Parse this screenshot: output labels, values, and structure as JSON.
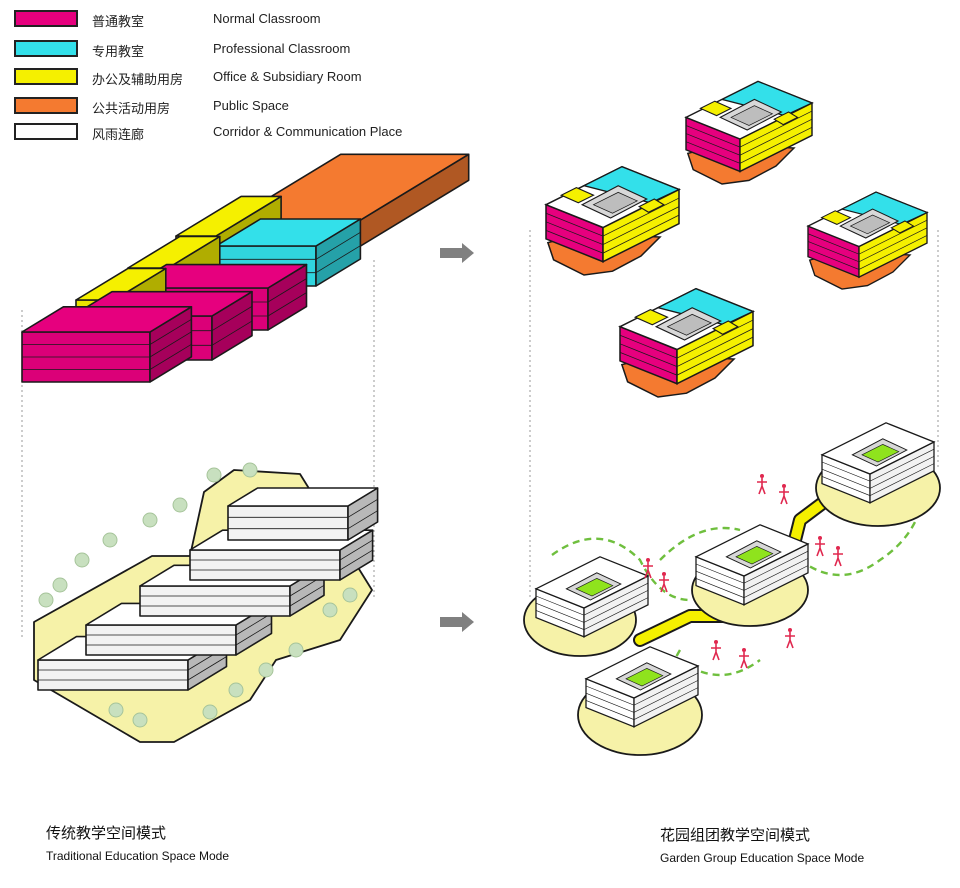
{
  "legend": [
    {
      "cn": "普通教室",
      "en": "Normal Classroom",
      "color": "#e6007e"
    },
    {
      "cn": "专用教室",
      "en": "Professional Classroom",
      "color": "#33e0ea"
    },
    {
      "cn": "办公及辅助用房",
      "en": "Office & Subsidiary Room",
      "color": "#f5f000"
    },
    {
      "cn": "公共活动用房",
      "en": "Public Space",
      "color": "#f47a30"
    },
    {
      "cn": "风雨连廊",
      "en": "Corridor & Communication Place",
      "color": "#ffffff"
    }
  ],
  "captions": {
    "traditional_cn": "传统教学空间模式",
    "traditional_en": "Traditional Education Space Mode",
    "garden_cn": "花园组团教学空间模式",
    "garden_en": "Garden Group Education Space Mode"
  },
  "colors": {
    "normal": "#e6007e",
    "professional": "#33e0ea",
    "office": "#f5f000",
    "public": "#f47a30",
    "corridor": "#ffffff",
    "site": "#f6f2a8",
    "courtyard": "#8fe31d",
    "tree": "#c8e0bf",
    "arrow": "#808080",
    "path": "#6fbf3e",
    "people": "#e0284f",
    "outline": "#1a1a1a"
  },
  "icons": {
    "arrow_top": "arrow-right-icon",
    "arrow_bottom": "arrow-right-icon"
  }
}
